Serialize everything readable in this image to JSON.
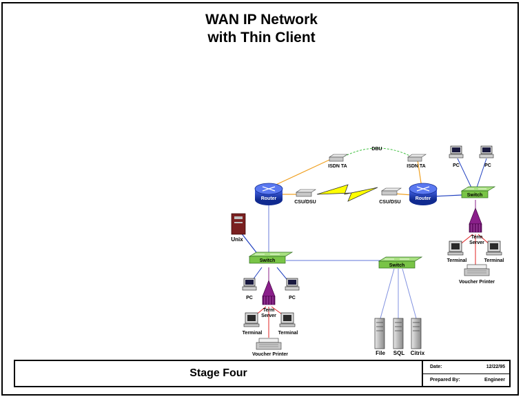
{
  "title": {
    "line1": "WAN IP Network",
    "line2": "with Thin Client"
  },
  "labels": {
    "router_left": "Router",
    "router_right": "Router",
    "csu_left": "CSU/DSU",
    "csu_right": "CSU/DSU",
    "isdn_left": "ISDN TA",
    "isdn_right": "ISDN TA",
    "dbu": "DBU",
    "switch_left": "Switch",
    "switch_mid": "Switch",
    "switch_right": "Switch",
    "unix": "Unix",
    "pc_left_1": "PC",
    "pc_left_2": "PC",
    "term_server_left": "Term\nServer",
    "terminal_left_1": "Terminal",
    "terminal_left_2": "Terminal",
    "printer_left": "Voucher Printer",
    "server_file": "File",
    "server_sql": "SQL",
    "server_citrix": "Citrix",
    "pc_right_1": "PC",
    "pc_right_2": "PC",
    "term_server_right": "Term\nServer",
    "terminal_right_1": "Terminal",
    "terminal_right_2": "Terminal",
    "printer_right": "Voucher Printer"
  },
  "colors": {
    "router": "#1f3fb8",
    "switch": "#79c447",
    "term_server": "#8a1f8a",
    "orange_link": "#f0a020",
    "blue_link": "#2040c0",
    "lan_link": "#8090e0",
    "red_link": "#e02020",
    "backup_link": "#40c040",
    "wan_bolt": "#ffff00"
  },
  "titleblock": {
    "stage": "Stage Four",
    "date_label": "Date:",
    "date_value": "12/22/95",
    "prepared_label": "Prepared By:",
    "prepared_value": "Engineer"
  }
}
